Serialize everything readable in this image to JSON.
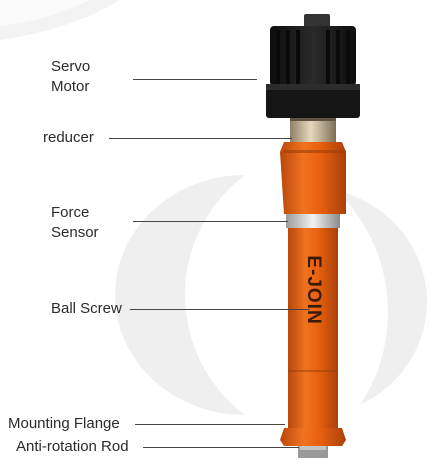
{
  "brand": "E-JOIN",
  "labels": {
    "servo_motor_line1": "Servo",
    "servo_motor_line2": "Motor",
    "reducer": "reducer",
    "force_sensor_line1": "Force",
    "force_sensor_line2": "Sensor",
    "ball_screw": "Ball Screw",
    "mounting_flange": "Mounting Flange",
    "anti_rotation_rod": "Anti-rotation Rod"
  },
  "colors": {
    "actuator_body": "#e8610f",
    "motor": "#1c1c1c",
    "reducer": "#c9b79a",
    "sensor_ring": "#d9d9d9",
    "background_circle": "#efefef"
  }
}
